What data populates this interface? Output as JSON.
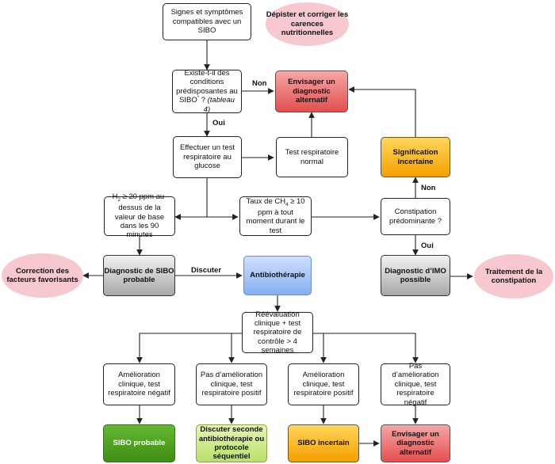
{
  "nodes": {
    "signes": "Signes et symptômes compatibles avec un SIBO",
    "depister": "Dépister et corriger les carences nutritionnelles",
    "existe_pre": "Existe-t-il des conditions prédisposantes au SIBO",
    "existe_sup": "*",
    "existe_mid": " ? ",
    "existe_ref": "(tableau 4)",
    "envisager_top": "Envisager un diagnostic alternatif",
    "effectuer": "Effectuer un test respiratoire au glucose",
    "test_normal": "Test respiratoire normal",
    "signification": "Signification incertaine",
    "h2_a": "H",
    "h2_sub": "2",
    "h2_b": " ≥ 20 ppm au-dessus de la valeur de base dans les 90 minutes",
    "ch4_a": "Taux de CH",
    "ch4_sub": "4",
    "ch4_b": " ≥ 10 ppm à tout moment durant le test",
    "constipation": "Constipation prédominante ?",
    "correction": "Correction des facteurs favorisants",
    "diag_sibo": "Diagnostic de SIBO probable",
    "antibio": "Antibiothérapie",
    "diag_imo": "Diagnostic d’IMO possible",
    "traitement": "Traitement de la constipation",
    "reevaluation": "Réévaluation clinique + test respiratoire de contrôle > 4 semaines",
    "amelioration_neg": "Amélioration clinique, test respiratoire négatif",
    "pas_amel_pos": "Pas d’amélioration clinique, test respiratoire positif",
    "amelioration_pos": "Amélioration clinique, test respiratoire positif",
    "pas_amel_neg": "Pas d’amélioration clinique, test respiratoire négatif",
    "sibo_probable": "SIBO probable",
    "discuter_seconde": "Discuter seconde antibiothérapie ou protocole séquentiel",
    "sibo_incertain": "SIBO incertain",
    "envisager_bottom": "Envisager un diagnostic alternatif"
  },
  "labels": {
    "non_1": "Non",
    "oui_1": "Oui",
    "non_2": "Non",
    "oui_2": "Oui",
    "discuter": "Discuter"
  },
  "colors": {
    "line": "#222222"
  }
}
